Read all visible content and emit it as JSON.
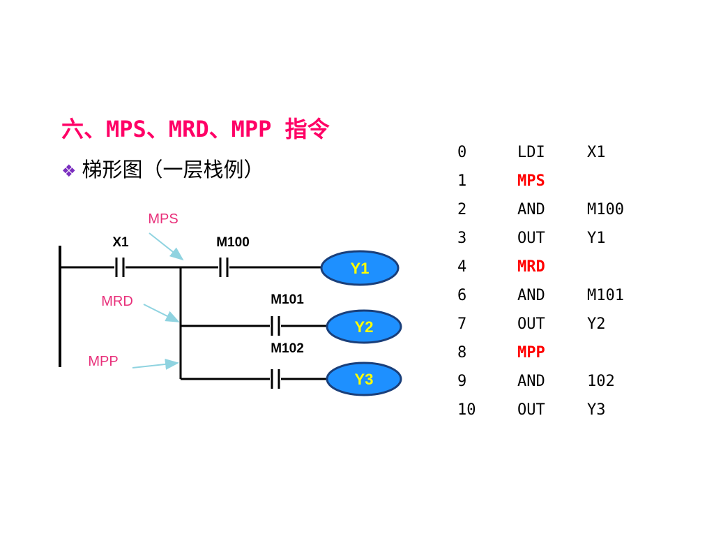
{
  "title": "六、MPS、MRD、MPP 指令",
  "bullet": {
    "icon": "diamond-bullet-icon",
    "text": "梯形图（一层栈例）"
  },
  "ladder": {
    "contacts": [
      "X1",
      "M100",
      "M101",
      "M102"
    ],
    "coils": [
      "Y1",
      "Y2",
      "Y3"
    ],
    "annotations": [
      "MPS",
      "MRD",
      "MPP"
    ],
    "colors": {
      "coil_fill": "#1e90ff",
      "coil_text": "#ffff00",
      "annotation": "#e8307a",
      "arrow": "#8fd3e0"
    }
  },
  "program": [
    {
      "step": "0",
      "op": "LDI",
      "arg": "X1",
      "highlight": false
    },
    {
      "step": "1",
      "op": "MPS",
      "arg": "",
      "highlight": true
    },
    {
      "step": "2",
      "op": "AND",
      "arg": "M100",
      "highlight": false
    },
    {
      "step": "3",
      "op": "OUT",
      "arg": "Y1",
      "highlight": false
    },
    {
      "step": "4",
      "op": "MRD",
      "arg": "",
      "highlight": true
    },
    {
      "step": "6",
      "op": "AND",
      "arg": "M101",
      "highlight": false
    },
    {
      "step": "7",
      "op": "OUT",
      "arg": "Y2",
      "highlight": false
    },
    {
      "step": "8",
      "op": "MPP",
      "arg": "",
      "highlight": true
    },
    {
      "step": "9",
      "op": "AND",
      "arg": "102",
      "highlight": false
    },
    {
      "step": "10",
      "op": "OUT",
      "arg": "Y3",
      "highlight": false
    }
  ]
}
